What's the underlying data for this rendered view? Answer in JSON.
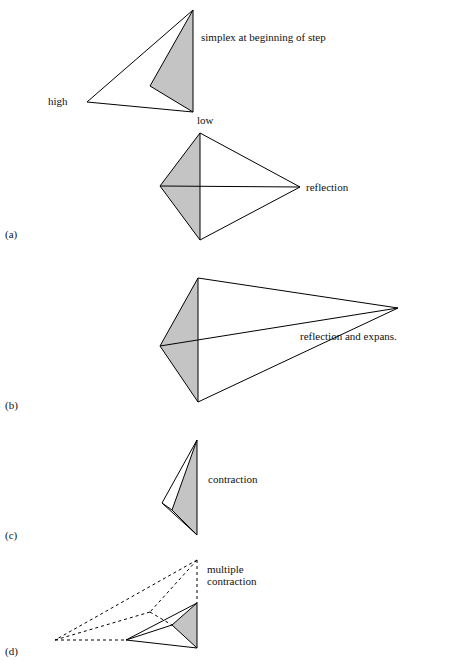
{
  "diagram": {
    "labels": [
      "simplex at beginning of step",
      "high",
      "low",
      "reflection",
      "(a)",
      "reflection and expans.",
      "(b)",
      "contraction",
      "(c)",
      "multiple contraction",
      "(d)"
    ]
  }
}
